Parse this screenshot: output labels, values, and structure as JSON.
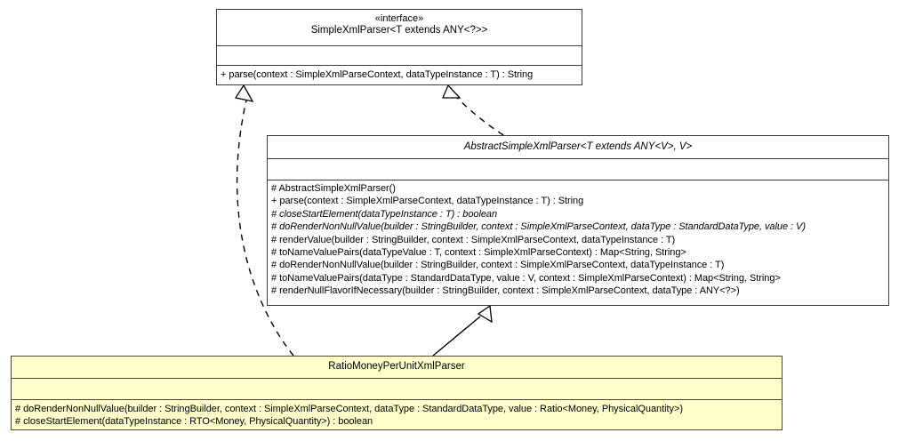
{
  "diagram": {
    "kind": "uml-class-diagram",
    "background": "#ffffff",
    "highlight_fill": "#ffffcc",
    "line_color": "#3b3b3b"
  },
  "interface_class": {
    "stereotype": "«interface»",
    "name": "SimpleXmlParser<T extends ANY<?>>",
    "attributes": [],
    "methods": [
      {
        "text": "+ parse(context : SimpleXmlParseContext, dataTypeInstance : T) : String",
        "abstract": false
      }
    ]
  },
  "abstract_class": {
    "stereotype": "",
    "name": "AbstractSimpleXmlParser<T extends ANY<V>, V>",
    "attributes": [],
    "methods": [
      {
        "text": "# AbstractSimpleXmlParser()",
        "abstract": false
      },
      {
        "text": "+ parse(context : SimpleXmlParseContext, dataTypeInstance : T) : String",
        "abstract": false
      },
      {
        "text": "# closeStartElement(dataTypeInstance : T) : boolean",
        "abstract": true
      },
      {
        "text": "# doRenderNonNullValue(builder : StringBuilder, context : SimpleXmlParseContext, dataType : StandardDataType, value : V)",
        "abstract": true
      },
      {
        "text": "# renderValue(builder : StringBuilder, context : SimpleXmlParseContext, dataTypeInstance : T)",
        "abstract": false
      },
      {
        "text": "# toNameValuePairs(dataTypeValue : T, context : SimpleXmlParseContext) : Map<String, String>",
        "abstract": false
      },
      {
        "text": "# doRenderNonNullValue(builder : StringBuilder, context : SimpleXmlParseContext, dataTypeInstance : T)",
        "abstract": false
      },
      {
        "text": "# toNameValuePairs(dataType : StandardDataType, value : V, context : SimpleXmlParseContext) : Map<String, String>",
        "abstract": false
      },
      {
        "text": "# renderNullFlavorIfNecessary(builder : StringBuilder, context : SimpleXmlParseContext, dataType : ANY<?>)",
        "abstract": false
      }
    ]
  },
  "focus_class": {
    "stereotype": "",
    "name": "RatioMoneyPerUnitXmlParser",
    "attributes": [],
    "methods": [
      {
        "text": "# doRenderNonNullValue(builder : StringBuilder, context : SimpleXmlParseContext, dataType : StandardDataType, value : Ratio<Money, PhysicalQuantity>)",
        "abstract": false
      },
      {
        "text": "# closeStartElement(dataTypeInstance : RTO<Money, PhysicalQuantity>) : boolean",
        "abstract": false
      }
    ]
  },
  "relationships": [
    {
      "name": "realization-focus-to-interface",
      "type": "realization",
      "style": "dashed",
      "arrowhead": "hollow-triangle",
      "from": "RatioMoneyPerUnitXmlParser",
      "to": "SimpleXmlParser<T extends ANY<?>>"
    },
    {
      "name": "realization-abstract-to-interface",
      "type": "realization",
      "style": "dashed",
      "arrowhead": "hollow-triangle",
      "from": "AbstractSimpleXmlParser<T extends ANY<V>, V>",
      "to": "SimpleXmlParser<T extends ANY<?>>"
    },
    {
      "name": "generalization-focus-to-abstract",
      "type": "generalization",
      "style": "solid",
      "arrowhead": "hollow-triangle",
      "from": "RatioMoneyPerUnitXmlParser",
      "to": "AbstractSimpleXmlParser<T extends ANY<V>, V>"
    }
  ]
}
